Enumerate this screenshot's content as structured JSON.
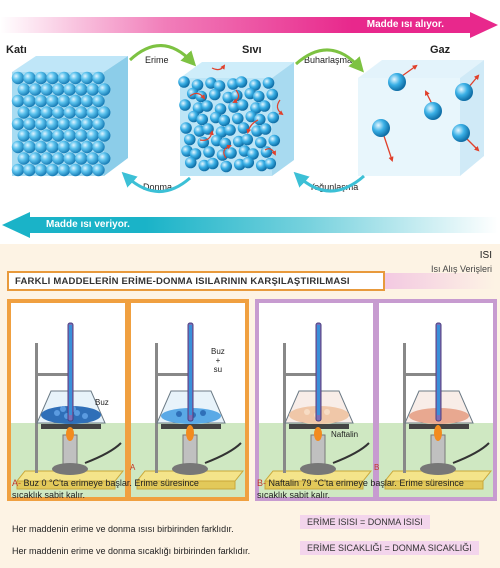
{
  "states_diagram": {
    "heat_gain_label": "Madde ısı alıyor.",
    "heat_loss_label": "Madde ısı veriyor.",
    "solid_label": "Katı",
    "liquid_label": "Sıvı",
    "gas_label": "Gaz",
    "melting_label": "Erime",
    "freezing_label": "Donma",
    "evaporation_label": "Buharlaşma",
    "condensation_label": "Yoğunlaşma",
    "colors": {
      "heat_gain": "#e8288c",
      "heat_loss": "#1ab3c8",
      "particle": "#2aa6dc"
    }
  },
  "experiment": {
    "unit_title": "ISI",
    "unit_subtitle": "Isı Alış Verişleri",
    "section_title": "FARKLI MADDELERİN ERİME-DONMA ISILARININ KARŞILAŞTIRILMASI",
    "label_buz": "Buz",
    "label_buz_su_1": "Buz",
    "label_buz_su_2": "+",
    "label_buz_su_3": "su",
    "label_naftalin": "Naftalin",
    "tag_a": "A",
    "tag_b": "B",
    "caption_a_letter": "A-",
    "caption_a_line1": "Buz 0 °C'ta erimeye başlar. Erime süresince",
    "caption_a_line2": "sıcaklık sabit kalır.",
    "caption_b_letter": "B-",
    "caption_b_line1": "Naftalin 79 °C'ta erimeye başlar. Erime süresince",
    "caption_b_line2": "sıcaklık sabit kalır.",
    "statement_1": "Her  maddenin erime ve donma  ısısı birbirinden farklıdır.",
    "statement_2": "Her  maddenin erime ve donma  sıcaklığı birbirinden farklıdır.",
    "equation_1": "ERİME ISISI = DONMA ISISI",
    "equation_2": "ERİME SICAKLIĞI = DONMA SICAKLIĞI",
    "colors": {
      "panel_a": "#f0a040",
      "panel_b": "#c79bd0",
      "background": "#fdf3e4",
      "highlight": "#f3d5ec"
    }
  }
}
